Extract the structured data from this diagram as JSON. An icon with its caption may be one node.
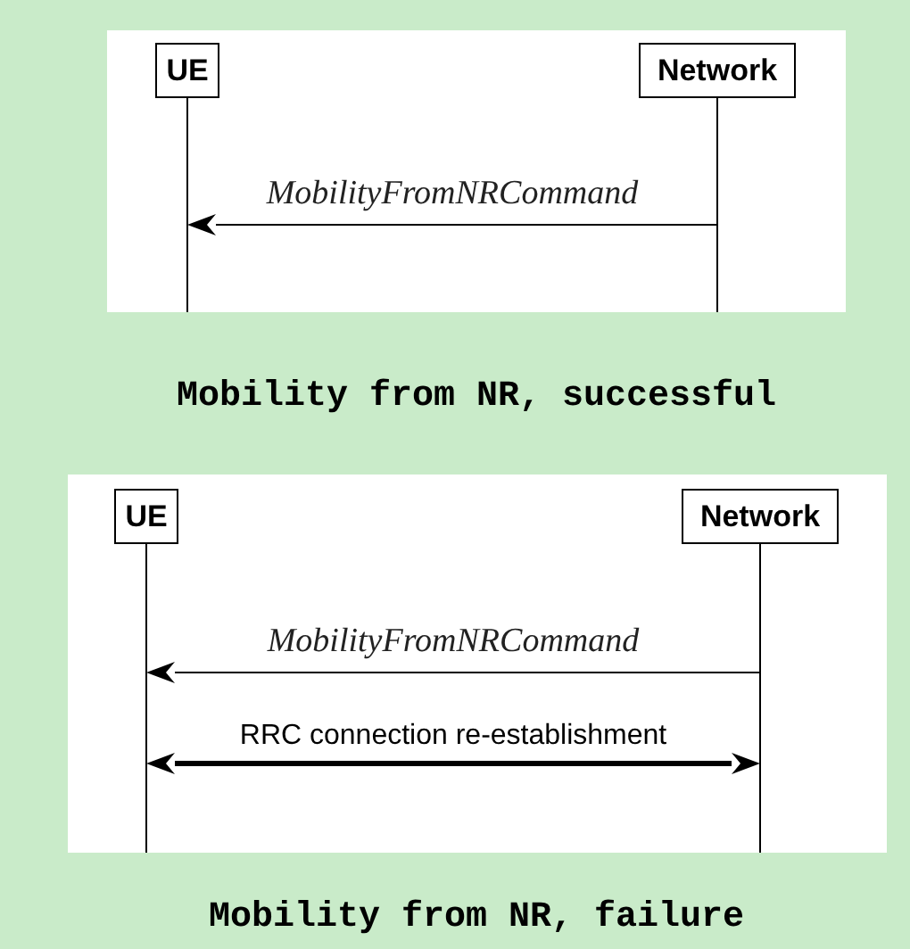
{
  "diagram": {
    "nodes": [
      {
        "text": [
          "UE"
        ]
      },
      {
        "text": [
          "Network"
        ]
      },
      {
        "text": [
          "UE"
        ]
      },
      {
        "text": [
          "Network"
        ]
      }
    ],
    "edges": [
      {
        "from": 1,
        "to": 0,
        "arrow": "to",
        "label": "MobilityFromNRCommand"
      },
      {
        "from": 3,
        "to": 2,
        "arrow": "to",
        "label": "MobilityFromNRCommand"
      },
      {
        "from": 2,
        "to": 3,
        "arrow": "both",
        "label": "RRC connection re-establishment",
        "style": "thick"
      }
    ],
    "labels": [
      "Mobility from NR, successful",
      "Mobility from NR, failure"
    ]
  }
}
